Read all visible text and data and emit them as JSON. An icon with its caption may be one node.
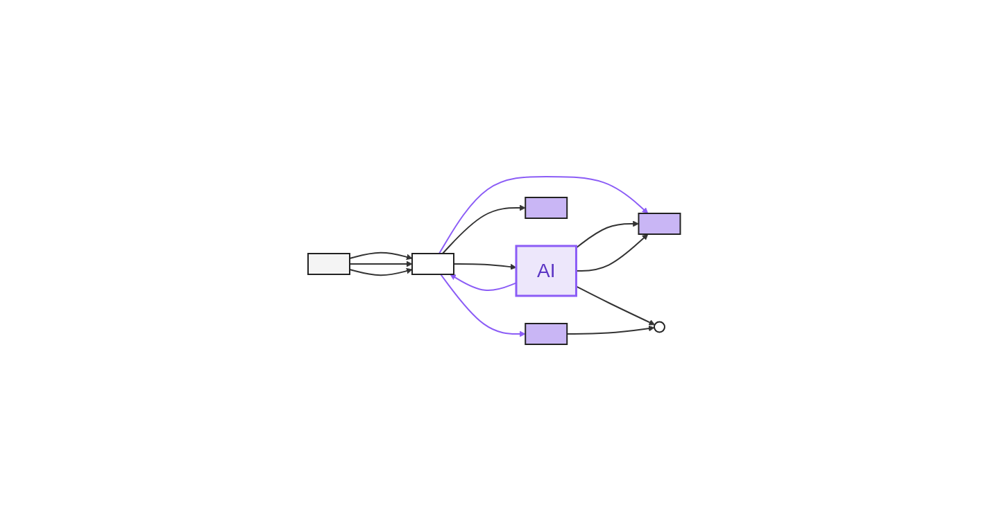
{
  "diagram": {
    "nodes": [
      {
        "text": [],
        "shape": "picture"
      },
      {
        "text": [],
        "shape": "box"
      },
      {
        "text": [
          "AI"
        ]
      },
      {
        "text": [],
        "shape": "bar"
      },
      {
        "text": [],
        "shape": "bar"
      },
      {
        "text": [],
        "shape": "bar"
      },
      {
        "text": [],
        "shape": "person"
      }
    ],
    "edges": [
      {
        "from": 0,
        "to": 1,
        "arrow": "to"
      },
      {
        "from": 0,
        "to": 1,
        "arrow": "to"
      },
      {
        "from": 0,
        "to": 1,
        "arrow": "to"
      },
      {
        "from": 1,
        "to": 2,
        "arrow": "to"
      },
      {
        "from": 2,
        "to": 1,
        "arrow": "to",
        "color": "#8b5cf6"
      },
      {
        "from": 1,
        "to": 3,
        "arrow": "to",
        "color": "#8b5cf6"
      },
      {
        "from": 1,
        "to": 4,
        "arrow": "to"
      },
      {
        "from": 1,
        "to": 5,
        "arrow": "to",
        "color": "#8b5cf6"
      },
      {
        "from": 2,
        "to": 3,
        "arrow": "to"
      },
      {
        "from": 2,
        "to": 3,
        "arrow": "to"
      },
      {
        "from": 2,
        "to": 6,
        "arrow": "to"
      },
      {
        "from": 5,
        "to": 6,
        "arrow": "to"
      }
    ]
  }
}
